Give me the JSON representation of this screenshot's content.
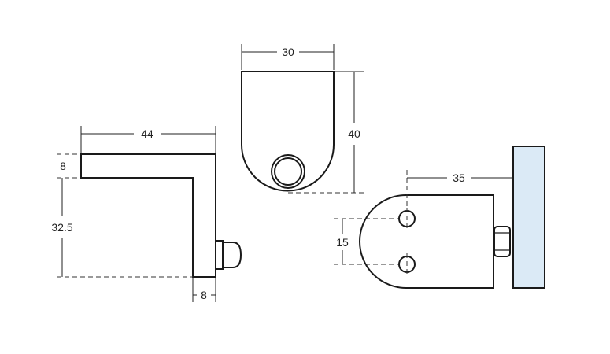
{
  "colors": {
    "ink": "#1a1a1a",
    "glass": "#dbeaf6",
    "background": "#ffffff"
  },
  "dimensions": {
    "side_view_width": "44",
    "side_view_thickness": "8",
    "side_view_height": "32.5",
    "side_view_leg": "8",
    "front_view_width": "30",
    "front_view_height": "40",
    "plan_view_depth": "35",
    "plan_view_hole_spacing": "15"
  }
}
